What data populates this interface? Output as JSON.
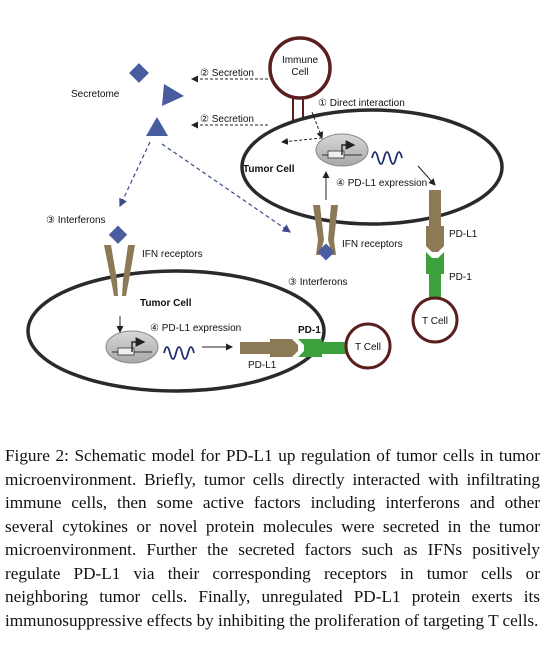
{
  "diagram": {
    "immune_cell": [
      "Immune",
      "Cell"
    ],
    "direct_interaction": "① Direct interaction",
    "secretion_top": "② Secretion",
    "secretion_mid": "② Secretion",
    "secretome": "Secretome",
    "tumor_cell": "Tumor Cell",
    "pdl1_expression": "④ PD-L1 expression",
    "interferons_left": "③ Interferons",
    "interferons_right": "③ Interferons",
    "ifn_receptors": "IFN receptors",
    "pdl1": "PD-L1",
    "pd1": "PD-1",
    "t_cell": "T Cell"
  },
  "caption": {
    "label": "Figure 2:",
    "text": " Schematic model for PD-L1 up regulation of tumor cells in tumor microenvironment. Briefly, tumor cells directly interacted with infiltrating immune cells, then some active factors including interferons and other several cytokines or novel protein molecules were secreted in the tumor microenvironment. Further the secreted factors such as IFNs positively regulate PD-L1 via their corresponding receptors in tumor cells or neighboring tumor cells. Finally, unregulated PD-L1 protein exerts its immunosuppressive effects by inhibiting the proliferation of targeting T cells."
  }
}
